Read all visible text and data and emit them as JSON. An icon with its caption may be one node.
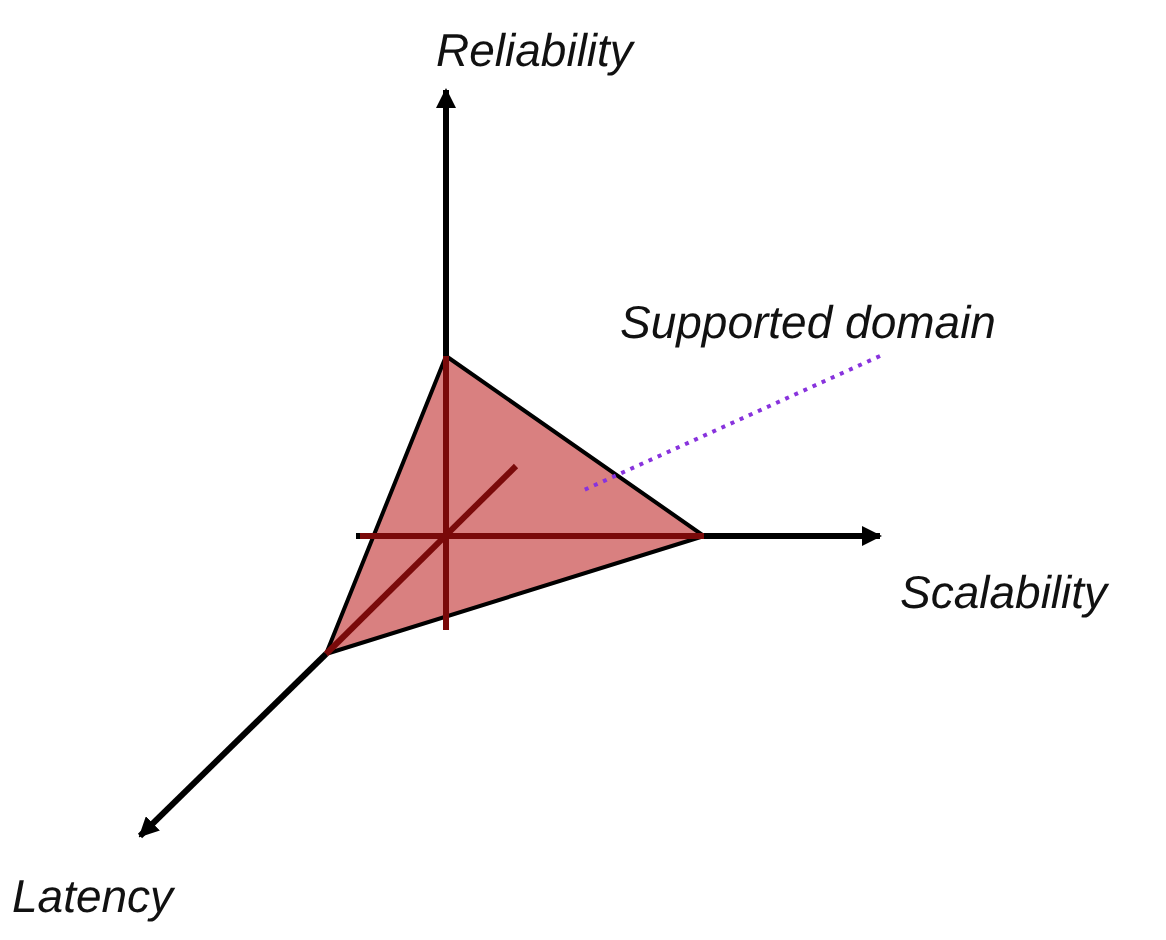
{
  "diagram": {
    "nodes": [
      {
        "text": [
          "Supported domain"
        ]
      },
      {
        "text": [],
        "shape": "triangle"
      }
    ],
    "edges": [
      {
        "from": 0,
        "to": 1,
        "arrow": "none",
        "style": "dashed",
        "color": "#8833dd"
      }
    ],
    "labels": [
      "Reliability",
      "Scalability",
      "Latency"
    ]
  }
}
